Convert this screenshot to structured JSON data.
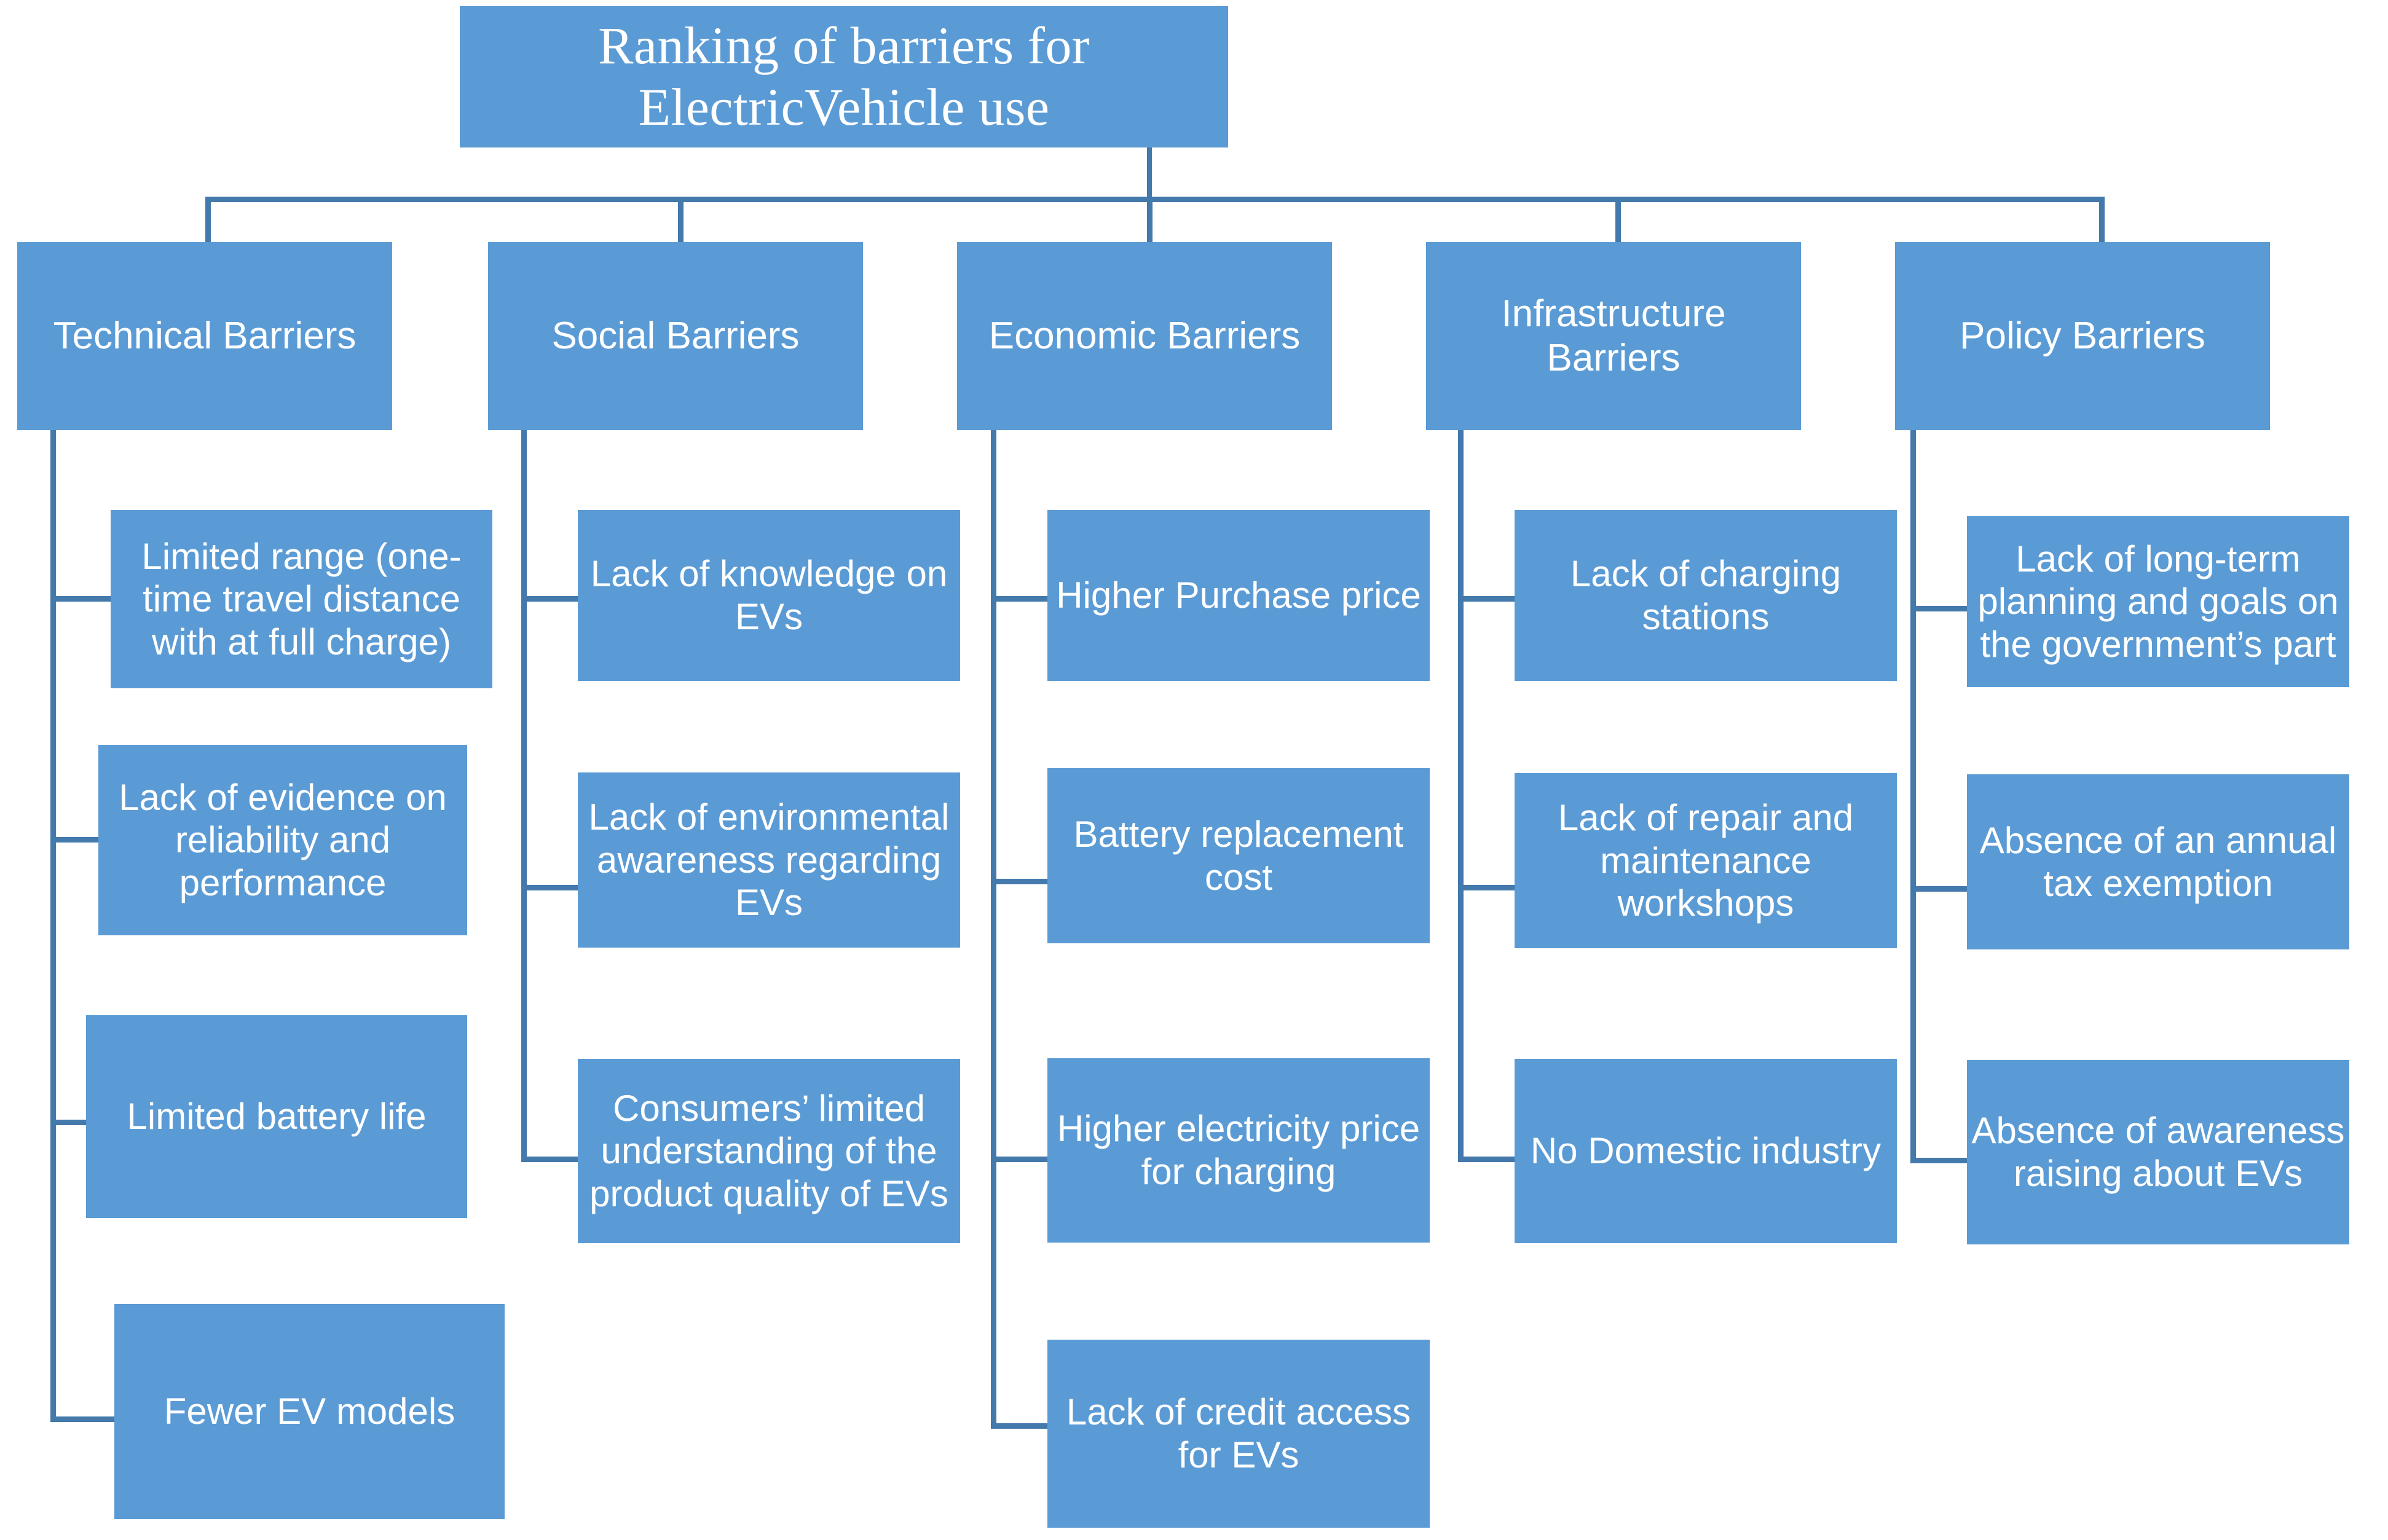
{
  "colors": {
    "node_fill": "#5B9BD5",
    "node_text": "#FFFFFF",
    "connector": "#4479AC",
    "background": "#FFFFFF"
  },
  "root": {
    "label": "Ranking of barriers for ElectricVehicle use"
  },
  "categories": [
    {
      "label": "Technical Barriers",
      "children": [
        {
          "label": "Limited range (one-time travel distance with at full charge)"
        },
        {
          "label": "Lack of evidence on reliability and performance"
        },
        {
          "label": "Limited battery life"
        },
        {
          "label": "Fewer EV models"
        }
      ]
    },
    {
      "label": "Social Barriers",
      "children": [
        {
          "label": "Lack of knowledge on EVs"
        },
        {
          "label": "Lack of environmental awareness regarding EVs"
        },
        {
          "label": "Consumers’ limited understanding of the product quality of EVs"
        }
      ]
    },
    {
      "label": "Economic Barriers",
      "children": [
        {
          "label": "Higher Purchase price"
        },
        {
          "label": "Battery replacement cost"
        },
        {
          "label": "Higher electricity price for charging"
        },
        {
          "label": "Lack of credit access for EVs"
        }
      ]
    },
    {
      "label": "Infrastructure Barriers",
      "children": [
        {
          "label": "Lack of charging stations"
        },
        {
          "label": "Lack of repair and maintenance workshops"
        },
        {
          "label": "No Domestic industry"
        }
      ]
    },
    {
      "label": "Policy Barriers",
      "children": [
        {
          "label": "Lack of long-term planning and goals on the government’s part"
        },
        {
          "label": "Absence of awareness raising about EVs"
        },
        {
          "label": "Absence of an annual tax exemption"
        }
      ]
    }
  ],
  "chart_data": {
    "type": "table",
    "title": "Ranking of barriers for ElectricVehicle use",
    "structure": "hierarchy / organizational tree",
    "levels": 3,
    "root": "Ranking of barriers for ElectricVehicle use",
    "branches": [
      {
        "name": "Technical Barriers",
        "items": [
          "Limited range (one-time travel distance with at full charge)",
          "Lack of evidence on reliability and performance",
          "Limited battery life",
          "Fewer EV models"
        ]
      },
      {
        "name": "Social Barriers",
        "items": [
          "Lack of knowledge on EVs",
          "Lack of environmental awareness regarding EVs",
          "Consumers’ limited understanding of the product quality of EVs"
        ]
      },
      {
        "name": "Economic Barriers",
        "items": [
          "Higher Purchase price",
          "Battery replacement cost",
          "Higher electricity price for charging",
          "Lack of credit access for EVs"
        ]
      },
      {
        "name": "Infrastructure Barriers",
        "items": [
          "Lack of charging stations",
          "Lack of repair and maintenance workshops",
          "No Domestic industry"
        ]
      },
      {
        "name": "Policy Barriers",
        "items": [
          "Lack of long-term planning and goals on the government’s part",
          "Absence of awareness raising about EVs",
          "Absence of an annual tax exemption"
        ]
      }
    ]
  }
}
